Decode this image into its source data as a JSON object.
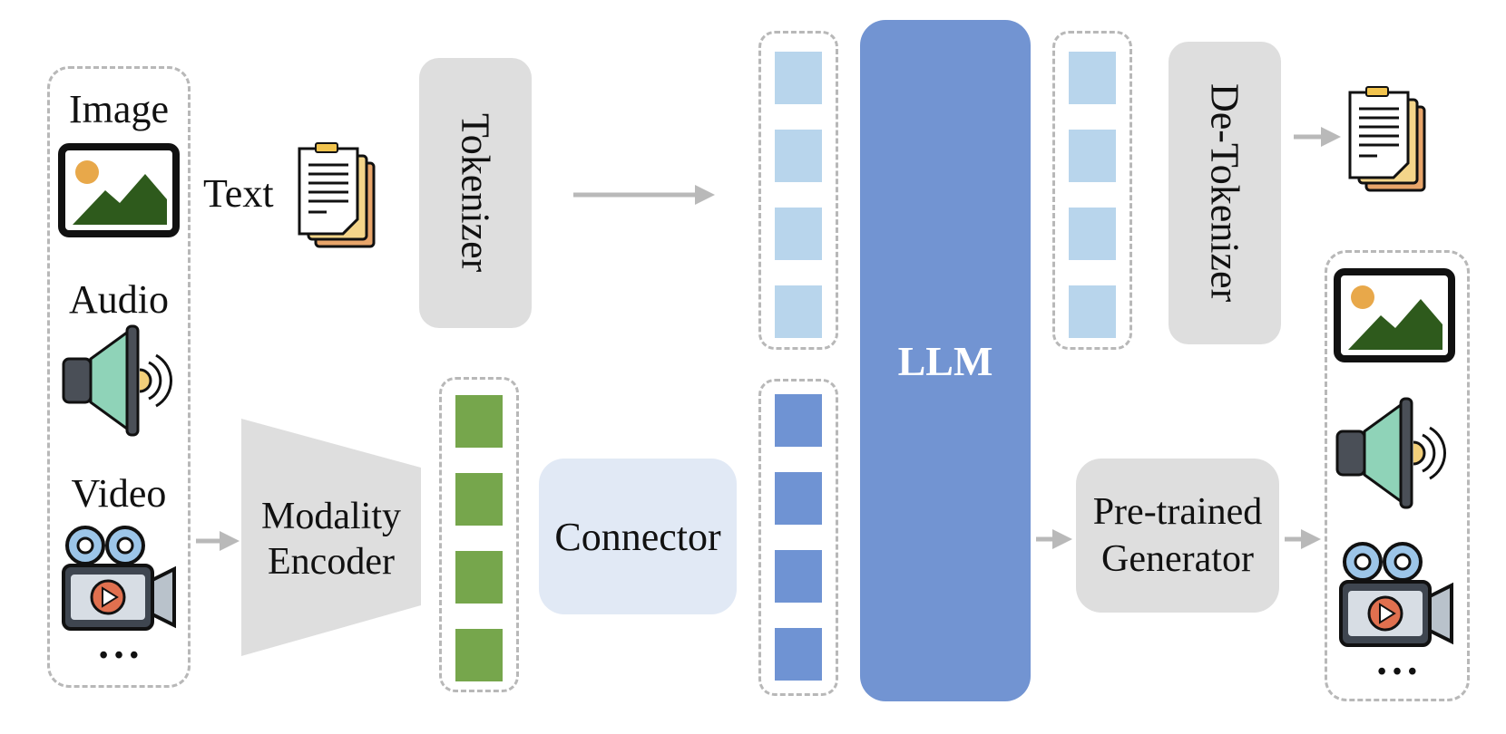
{
  "inputs": {
    "image_label": "Image",
    "audio_label": "Audio",
    "video_label": "Video",
    "more_label": "• • •",
    "text_label": "Text"
  },
  "blocks": {
    "tokenizer": "Tokenizer",
    "modality_encoder_line1": "Modality",
    "modality_encoder_line2": "Encoder",
    "connector": "Connector",
    "llm": "LLM",
    "detokenizer": "De-Tokenizer",
    "generator_line1": "Pre-trained",
    "generator_line2": "Generator"
  },
  "outputs": {
    "more_label": "• • •"
  },
  "colors": {
    "llm": "#7294d2",
    "token_light": "#b8d5ec",
    "token_dark": "#6f93d3",
    "token_green": "#76a64c",
    "block_gray": "#dedede",
    "connector": "#e1e9f5",
    "arrow": "#b9b9b9"
  }
}
